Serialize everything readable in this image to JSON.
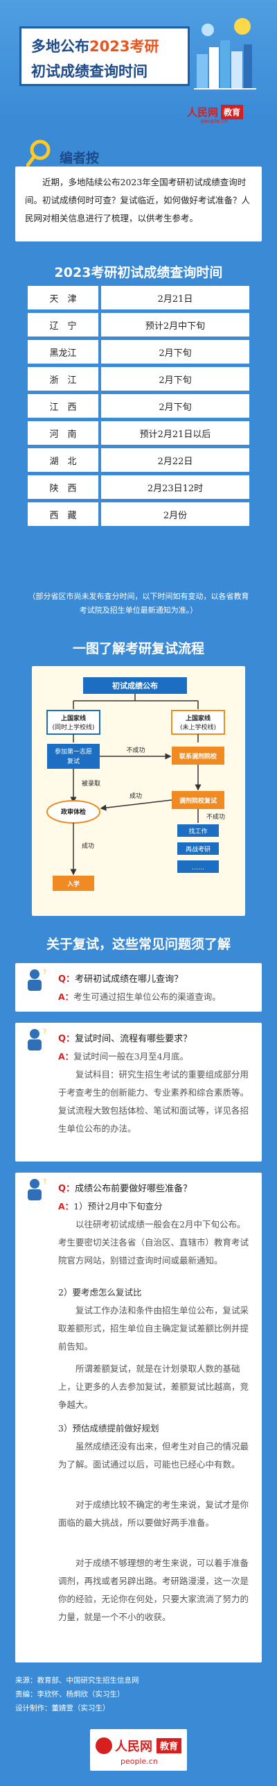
{
  "header": {
    "title_line1_a": "多地公布",
    "title_line1_b": "2023考研",
    "title_line2": "初试成绩查询时间",
    "logo_text": "人民网",
    "logo_badge": "教育",
    "logo_sub": "people.cn"
  },
  "note": {
    "title": "编者按",
    "body": "近期，多地陆续公布2023年全国考研初试成绩查询时间。初试成绩何时可查？复试临近，如何做好考试准备？人民网对相关信息进行了梳理，以供考生参考。"
  },
  "table": {
    "title": "2023考研初试成绩查询时间",
    "rows": [
      {
        "region": "天　津",
        "time": "2月21日"
      },
      {
        "region": "辽　宁",
        "time": "预计2月中下旬"
      },
      {
        "region": "黑龙江",
        "time": "2月下旬"
      },
      {
        "region": "浙　江",
        "time": "2月下旬"
      },
      {
        "region": "江　西",
        "time": "2月下旬"
      },
      {
        "region": "河　南",
        "time": "预计2月21日以后"
      },
      {
        "region": "湖　北",
        "time": "2月22日"
      },
      {
        "region": "陕　西",
        "time": "2月23日12时"
      },
      {
        "region": "西　藏",
        "time": "2月份"
      }
    ],
    "note": "（部分省区市尚未发布查分时间，以下时间如有变动，以各省教育考试院及招生单位最新通知为准。）"
  },
  "flow": {
    "title": "一图了解考研复试流程",
    "head": "初试成绩公布",
    "left_top": "上国家线\n(同时上学校线)",
    "left_mid": "参加第一志愿\n复试",
    "left_res": "被录取",
    "right_top": "上国家线\n(未上学校线)",
    "right_mid": "联系调剂院校",
    "right_bot": "调剂院校复试",
    "fail_label": "不成功",
    "success_label": "成功",
    "fail_label2": "成功",
    "dispatch_label": "政审体检",
    "enter_label": "入学",
    "r_item1": "找工作",
    "r_item2": "再战考研",
    "r_item3": "……"
  },
  "faq": {
    "title": "关于复试，这些常见问题须了解",
    "q_tag": "Q：",
    "a_tag": "A：",
    "items": [
      {
        "q": "考研初试成绩在哪儿查询？",
        "a": "考生可通过招生单位公布的渠道查询。"
      },
      {
        "q": "复试时间、流程有哪些要求？",
        "a1": "复试时间一般在3月至4月底。",
        "a2": "复试科目：研究生招生考试的重要组成部分用于考查考生的创新能力、专业素养和综合素质等。复试流程大致包括体检、笔试和面试等，详见各招生单位公布的办法。"
      },
      {
        "q": "成绩公布前要做好哪些准备？",
        "h1": "1）预计2月中下旬查分",
        "p1": "以往研考初试成绩一般会在2月中下旬公布。考生要密切关注各省（自治区、直辖市）教育考试院官方网站，别错过查询时间或最新通知。",
        "h2": "2）要考虑怎么复试比",
        "p2": "复试工作办法和条件由招生单位公布，复试采取差额形式，招生单位自主确定复试差额比例并提前告知。",
        "p2b": "所谓差额复试，就是在计划录取人数的基础上，让更多的人去参加复试，差额复试比越高，竞争越大。",
        "h3": "3）预估成绩提前做好规划",
        "p3": "虽然成绩还没有出来，但考生对自己的情况最为了解。面试通过以后，可能也已经心中有数。",
        "p3b": "对于成绩比较不确定的考生来说，复试才是你面临的最大挑战，所以要做好两手准备。",
        "p3c": "对于成绩不够理想的考生来说，可以着手准备调剂，再找或者另辟出路。考研路漫漫，这一次是你的经验，无论你在何处，只要大家流淌了努力的力量，就是一个不小的收获。"
      }
    ]
  },
  "credits": {
    "source": "来源：教育部、中国研究生招生信息网",
    "editors": "责编：李欣怀、杨炯欣（实习生）",
    "designer": "设计制作：董婧萱（实习生）"
  },
  "footer": {
    "logo_text": "人民网",
    "logo_badge": "教育",
    "logo_sub": "people.cn"
  },
  "colors": {
    "background": "#3a8ad6",
    "title_blue": "#1b4b8a",
    "accent_orange": "#e8551f",
    "brand_red": "#d62020",
    "flow_orange": "#f08a22",
    "flow_blue": "#1b6ec2"
  }
}
